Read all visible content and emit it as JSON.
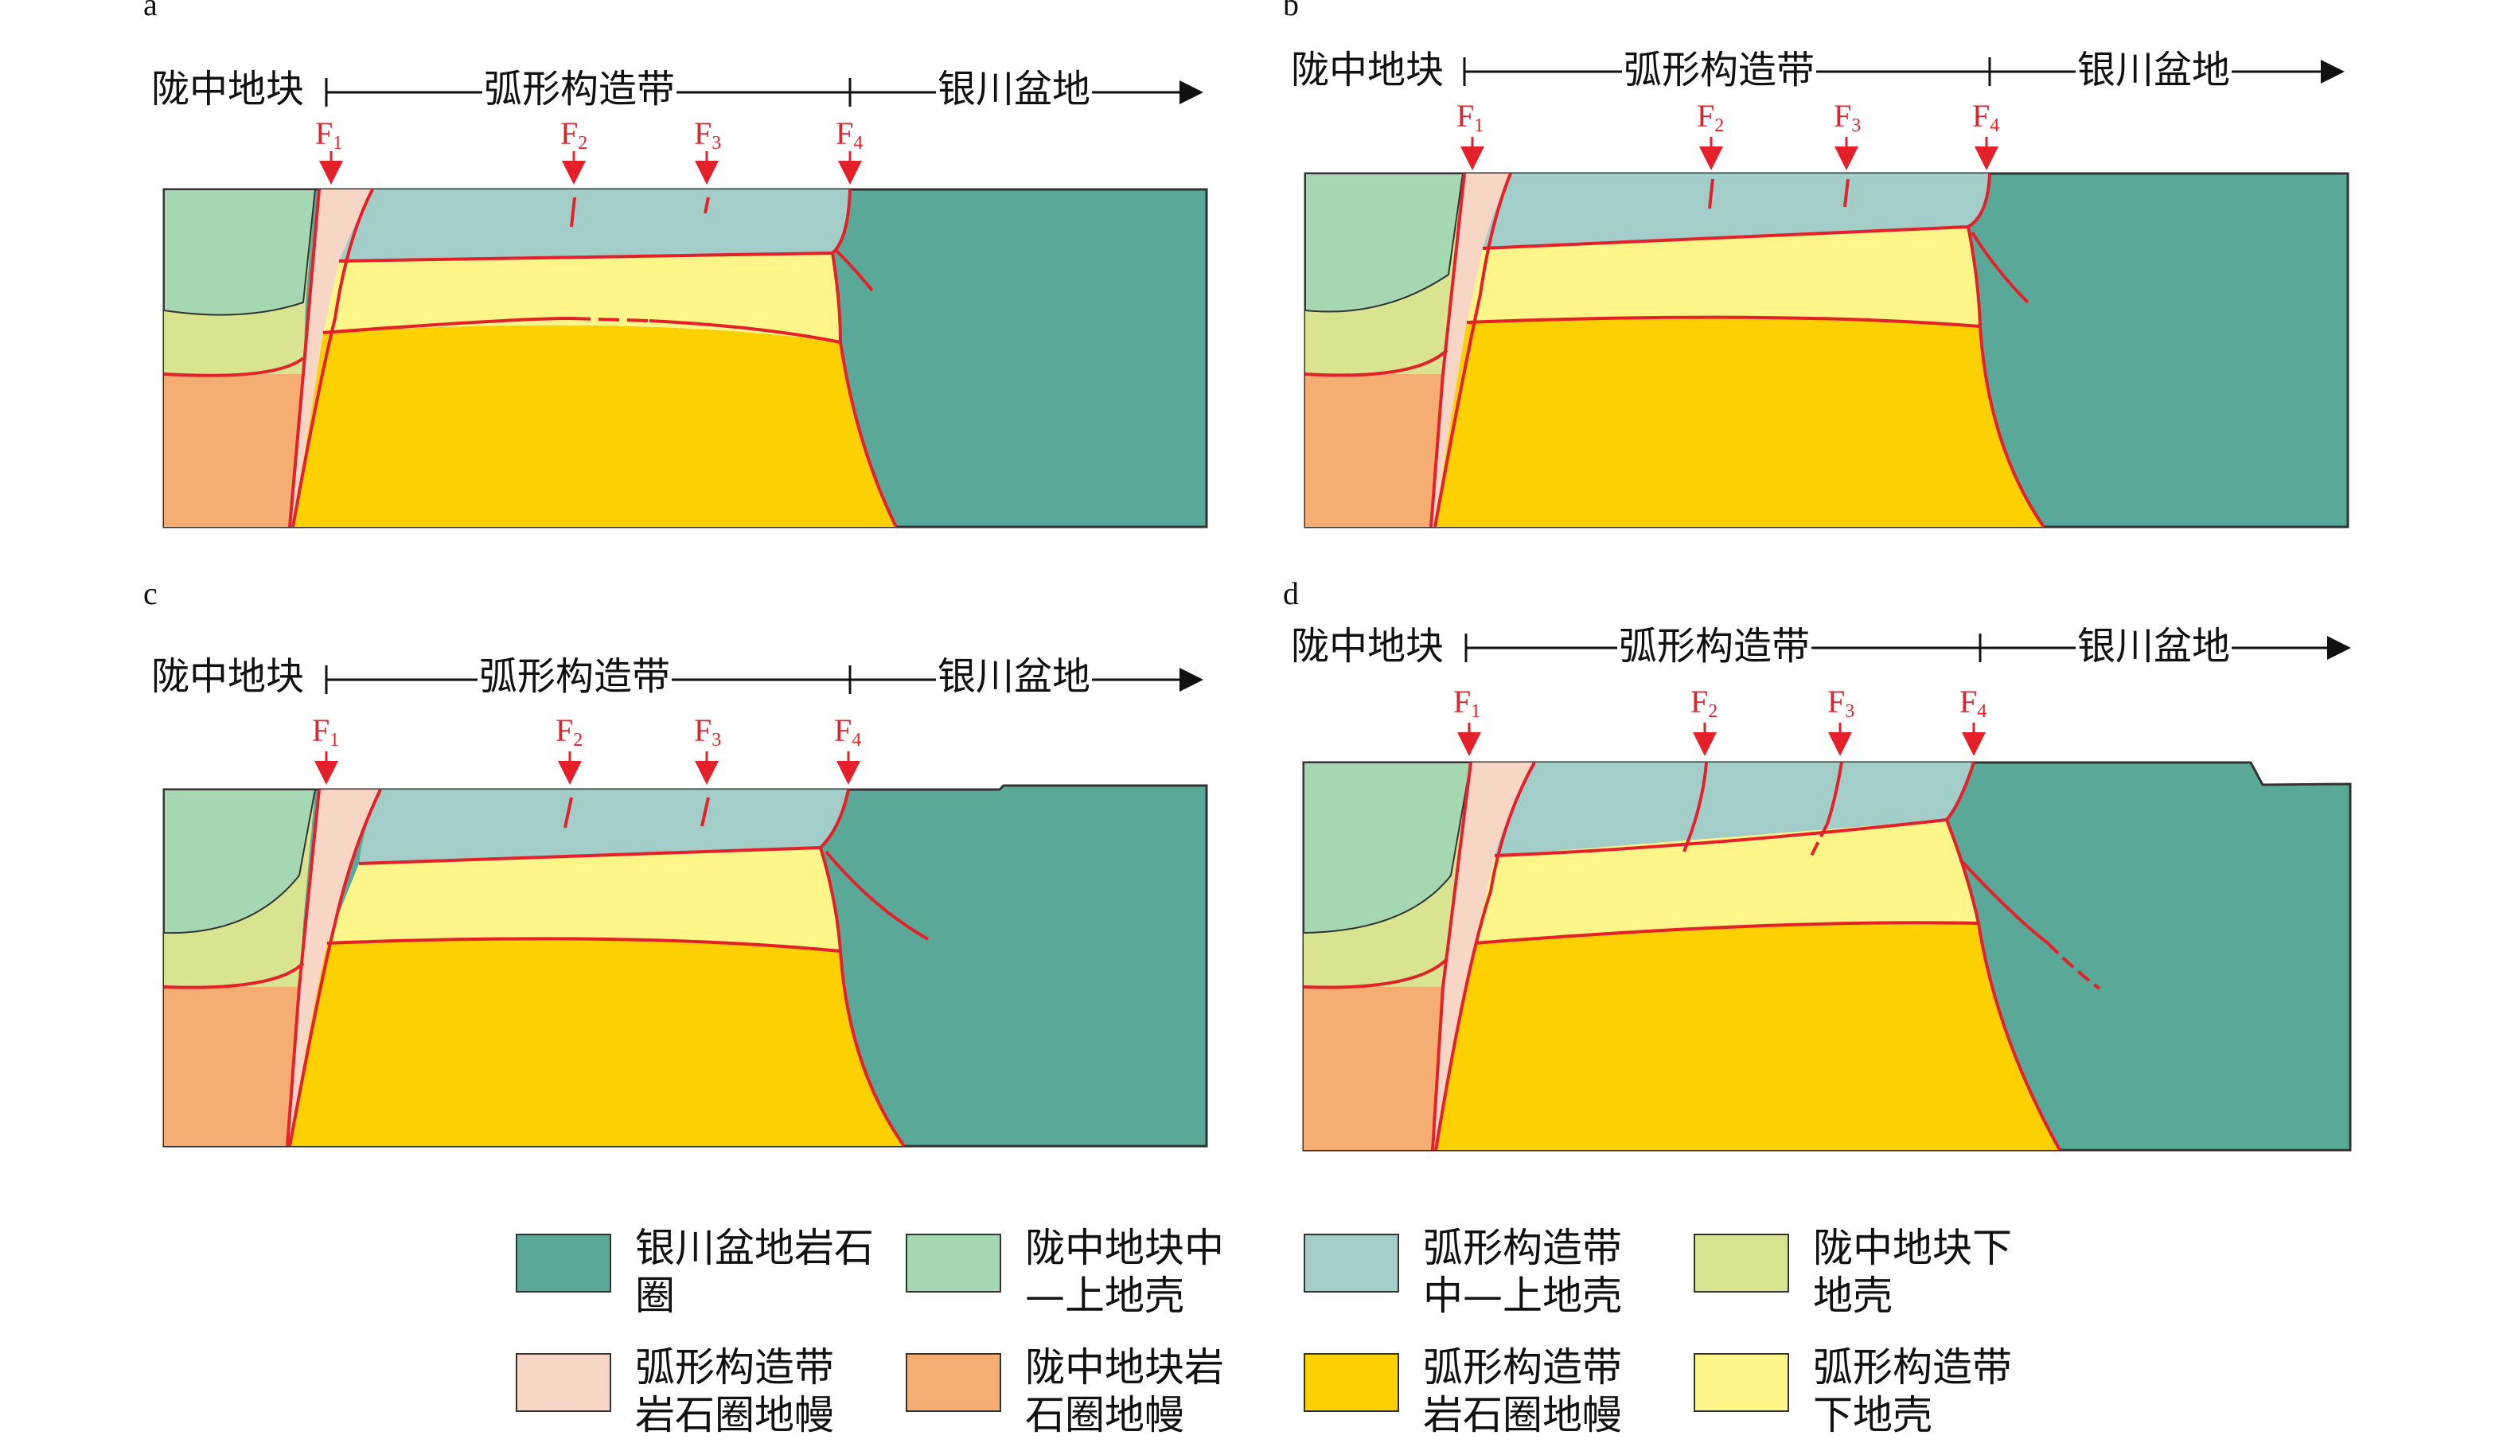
{
  "panels": [
    {
      "letter": "a",
      "left_region": "陇中地块",
      "middle_region": "弧形构造带",
      "right_region": "银川盆地",
      "faults": {
        "f1": "F",
        "f1_sub": "1",
        "f2": "F",
        "f2_sub": "2",
        "f3": "F",
        "f3_sub": "3",
        "f4": "F",
        "f4_sub": "4"
      }
    },
    {
      "letter": "b",
      "left_region": "陇中地块",
      "middle_region": "弧形构造带",
      "right_region": "银川盆地",
      "faults": {
        "f1": "F",
        "f1_sub": "1",
        "f2": "F",
        "f2_sub": "2",
        "f3": "F",
        "f3_sub": "3",
        "f4": "F",
        "f4_sub": "4"
      }
    },
    {
      "letter": "c",
      "left_region": "陇中地块",
      "middle_region": "弧形构造带",
      "right_region": "银川盆地",
      "faults": {
        "f1": "F",
        "f1_sub": "1",
        "f2": "F",
        "f2_sub": "2",
        "f3": "F",
        "f3_sub": "3",
        "f4": "F",
        "f4_sub": "4"
      }
    },
    {
      "letter": "d",
      "left_region": "陇中地块",
      "middle_region": "弧形构造带",
      "right_region": "银川盆地",
      "faults": {
        "f1": "F",
        "f1_sub": "1",
        "f2": "F",
        "f2_sub": "2",
        "f3": "F",
        "f3_sub": "3",
        "f4": "F",
        "f4_sub": "4"
      }
    }
  ],
  "colors": {
    "yinchuan_lithosphere": "#5aa998",
    "longzhong_upper_crust": "#a6d7b3",
    "arc_upper_crust": "#a3cdc9",
    "longzhong_lower_crust": "#d8e48f",
    "arc_mantle": "#f8d6c6",
    "longzhong_mantle": "#f5ad72",
    "arc_lithosphere_mantle": "#fdd000",
    "arc_lower_crust": "#fff68a",
    "fault": "#e4202a"
  },
  "legend": [
    {
      "label": "银川盆地岩石圈",
      "color": "#5aa998"
    },
    {
      "label": "陇中地块中—上地壳",
      "color": "#a6d7b3"
    },
    {
      "label": "弧形构造带中—上地壳",
      "color": "#a3cdc9"
    },
    {
      "label": "陇中地块下地壳",
      "color": "#d8e48f"
    },
    {
      "label": "弧形构造带岩石圈地幔",
      "color": "#f8d6c6"
    },
    {
      "label": "陇中地块岩石圈地幔",
      "color": "#f5ad72"
    },
    {
      "label": "弧形构造带岩石圈地幔",
      "color": "#fdd000"
    },
    {
      "label": "弧形构造带下地壳",
      "color": "#fff68a"
    }
  ]
}
